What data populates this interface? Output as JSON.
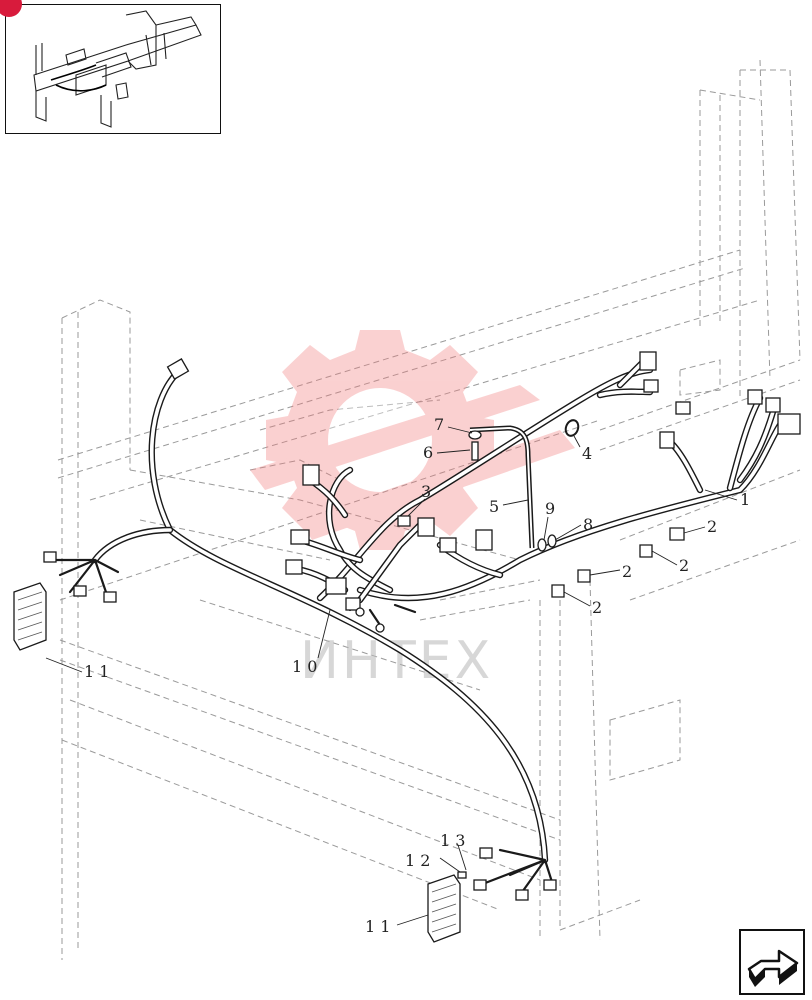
{
  "watermark_text": "ИНТЕХ",
  "callouts": {
    "c1": "1",
    "c2a": "2",
    "c2b": "2",
    "c2c": "2",
    "c2d": "2",
    "c3": "3",
    "c4": "4",
    "c5": "5",
    "c6": "6",
    "c7": "7",
    "c8": "8",
    "c9": "9",
    "c10": "1 0",
    "c11a": "1 1",
    "c11b": "1 1",
    "c12": "1 2",
    "c13": "1 3"
  },
  "icons": {
    "thumbnail": "overview-thumbnail-icon",
    "next": "next-page-arrow-icon"
  },
  "colors": {
    "badge": "#d81b3c",
    "watermark": "#f27a7a"
  }
}
